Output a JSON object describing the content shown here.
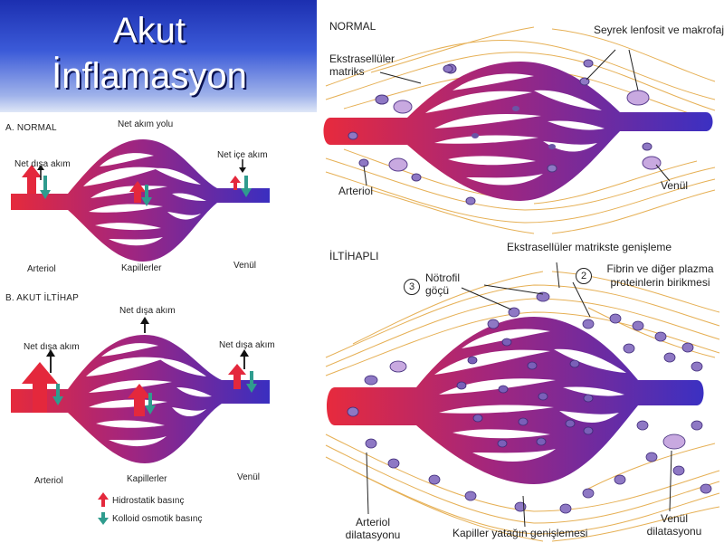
{
  "title": {
    "line1": "Akut",
    "line2": "İnflamasyon"
  },
  "left": {
    "normal": {
      "header": "A. NORMAL",
      "top_label": "Net akım yolu",
      "net_outflow": "Net dışa akım",
      "net_inflow": "Net içe akım",
      "arteriole": "Arteriol",
      "capillaries": "Kapillerler",
      "venule": "Venül"
    },
    "acute": {
      "header": "B. AKUT İLTİHAP",
      "top_label": "Net dışa akım",
      "left_label": "Net dışa akım",
      "right_label": "Net dışa akım",
      "arteriole": "Arteriol",
      "capillaries": "Kapillerler",
      "venule": "Venül"
    },
    "legend": {
      "hydrostatic": "Hidrostatik basınç",
      "oncotic": "Kolloid osmotik basınç"
    }
  },
  "right": {
    "normal": {
      "header": "NORMAL",
      "ecm": "Ekstrasellüler matriks",
      "rare_cells": "Seyrek lenfosit ve makrofaj",
      "arteriole": "Arteriol",
      "venule": "Venül"
    },
    "inflamed": {
      "header": "İLTİHAPLI",
      "ecm_expansion": "Ekstrasellüler matrikste genişleme",
      "num3": "3",
      "neutrophil": "Nötrofil göçü",
      "num2": "2",
      "fibrin": "Fibrin ve diğer plazma proteinlerin birikmesi",
      "arteriole_dil": "Arteriol dilatasyonu",
      "capillary_exp": "Kapiller yatağın genişlemesi",
      "venule_dil": "Venül dilatasyonu"
    }
  },
  "colors": {
    "arterial": "#e0283a",
    "venous": "#3a2fbf",
    "fiber": "#e8b25a",
    "cell": "#6a4aa8"
  }
}
